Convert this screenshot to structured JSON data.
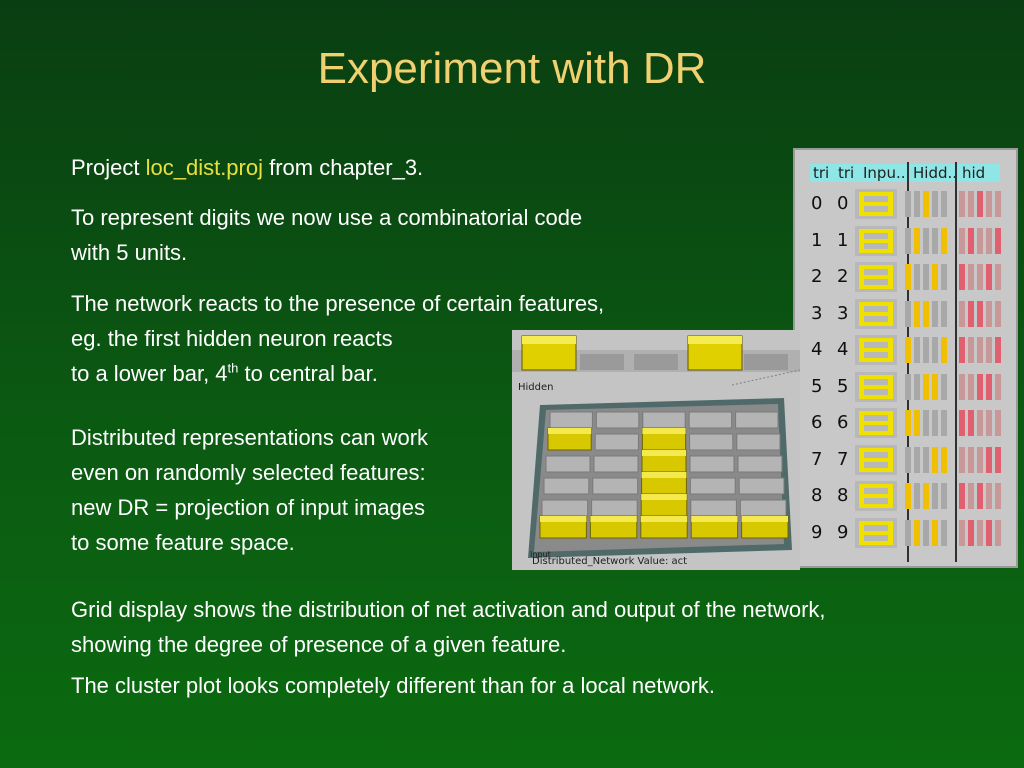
{
  "slide": {
    "title": "Experiment with DR",
    "p1_pre": "Project ",
    "p1_link": "loc_dist.proj",
    "p1_post": " from chapter_3.",
    "p2_line1": "To represent digits we now use a combinatorial code",
    "p2_line2": "with 5 units.",
    "p3_line1": "The network reacts to the presence of certain features,",
    "p3_line2": "eg. the first hidden neuron reacts",
    "p3_line3_pre": "to a lower bar, 4",
    "p3_line3_sup": "th",
    "p3_line3_post": " to central bar.",
    "p4_line1": "Distributed representations can work",
    "p4_line2": "even on randomly selected features:",
    "p4_line3": "new DR = projection of input images",
    "p4_line4": "to some feature space.",
    "p5_line1": "Grid display shows the distribution of net activation and output of the network,",
    "p5_line2": "showing the degree of presence of a given feature.",
    "p6_line1": "The cluster plot looks completely different than for a local network."
  },
  "table_view": {
    "headers": [
      "tri",
      "tri",
      "Inpu..",
      "Hidd..",
      "hid"
    ],
    "rows": [
      {
        "a": "0",
        "b": "0"
      },
      {
        "a": "1",
        "b": "1"
      },
      {
        "a": "2",
        "b": "2"
      },
      {
        "a": "3",
        "b": "3"
      },
      {
        "a": "4",
        "b": "4"
      },
      {
        "a": "5",
        "b": "5"
      },
      {
        "a": "6",
        "b": "6"
      },
      {
        "a": "7",
        "b": "7"
      },
      {
        "a": "8",
        "b": "8"
      },
      {
        "a": "9",
        "b": "9"
      }
    ]
  },
  "grid_view": {
    "hidden_label": "Hidden",
    "input_label": "Input",
    "bottom_label": "Distributed_Network Value: act"
  },
  "colors": {
    "title": "#f0d070",
    "highlight": "#e8e040",
    "active": "#f0e000",
    "inactive": "#a8a8a8"
  }
}
